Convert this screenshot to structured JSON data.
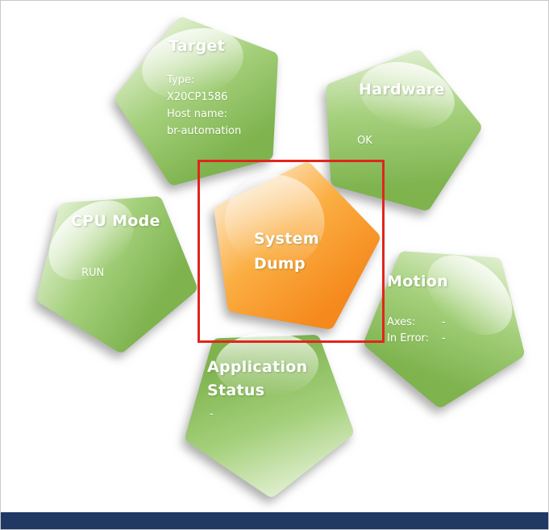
{
  "pentagons": {
    "target": {
      "title": "Target",
      "type_label": "Type:",
      "type_value": "X20CP1586",
      "host_label": "Host name:",
      "host_value": "br-automation"
    },
    "hardware": {
      "title": "Hardware",
      "status": "OK"
    },
    "cpu_mode": {
      "title": "CPU Mode",
      "status": "RUN"
    },
    "system_dump": {
      "title_line1": "System",
      "title_line2": "Dump"
    },
    "motion": {
      "title": "Motion",
      "axes_label": "Axes:",
      "axes_value": "-",
      "in_error_label": "In Error:",
      "in_error_value": "-"
    },
    "application_status": {
      "title_line1": "Application",
      "title_line2": "Status",
      "status": "-"
    }
  },
  "colors": {
    "green_top": "#e9f4dc",
    "green_mid": "#a5d07c",
    "green_bottom": "#7eb34e",
    "orange_top": "#fdf2df",
    "orange_mid": "#fbae42",
    "orange_bottom": "#f5891d",
    "highlight_red": "#e0261c",
    "footer_navy": "#203864"
  }
}
